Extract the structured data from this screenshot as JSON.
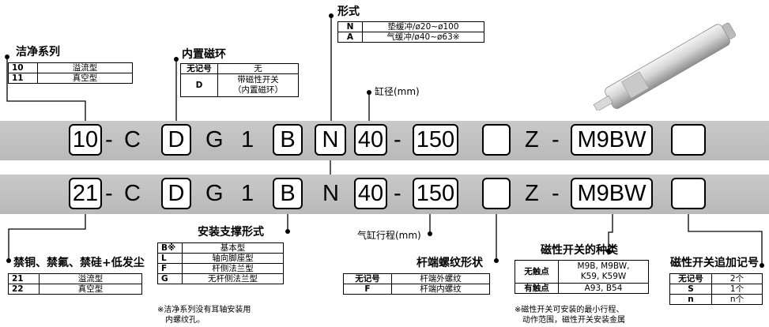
{
  "clean_series": {
    "title": "洁净系列",
    "rows": [
      {
        "code": "10",
        "desc": "溢流型"
      },
      {
        "code": "11",
        "desc": "真空型"
      }
    ]
  },
  "magnet": {
    "title": "内置磁环",
    "row1": {
      "code": "无记号",
      "desc": "无"
    },
    "row2": {
      "code": "D",
      "desc_line1": "带磁性开关",
      "desc_line2": "（内置磁环）"
    }
  },
  "form": {
    "title": "形式",
    "rows": [
      {
        "code": "N",
        "desc": "垫缓冲/ø20~ø100"
      },
      {
        "code": "A",
        "desc": "气缓冲/ø40~ø63※"
      }
    ]
  },
  "bore_label": "缸径(mm)",
  "model_row1": {
    "series": "10",
    "dash1": "-",
    "c": "C",
    "d": "D",
    "g": "G",
    "one": "1",
    "b": "B",
    "n": "N",
    "bore": "40",
    "dash2": "-",
    "stroke": "150",
    "z": "Z",
    "dash3": "-",
    "switch": "M9BW"
  },
  "model_row2": {
    "series": "21",
    "dash1": "-",
    "c": "C",
    "d": "D",
    "g": "G",
    "one": "1",
    "b": "B",
    "n": "N",
    "bore": "40",
    "dash2": "-",
    "stroke": "150",
    "z": "Z",
    "dash3": "-",
    "switch": "M9BW"
  },
  "copper_free": {
    "title": "禁铜、禁氟、禁硅+低发尘",
    "rows": [
      {
        "code": "21",
        "desc": "溢流型"
      },
      {
        "code": "22",
        "desc": "真空型"
      }
    ]
  },
  "mounting": {
    "title": "安装支撑形式",
    "rows": [
      {
        "code": "B※",
        "desc": "基本型"
      },
      {
        "code": "L",
        "desc": "轴向脚座型"
      },
      {
        "code": "F",
        "desc": "杆侧法兰型"
      },
      {
        "code": "G",
        "desc": "无杆侧法兰型"
      }
    ],
    "note_line1": "※洁净系列没有耳轴安装用",
    "note_line2": "内螺纹孔。"
  },
  "stroke_label": "气缸行程(mm)",
  "rod_thread": {
    "title": "杆端螺纹形状",
    "rows": [
      {
        "code": "无记号",
        "desc": "杆端外螺纹"
      },
      {
        "code": "F",
        "desc": "杆端内螺纹"
      }
    ]
  },
  "switch_type": {
    "title": "磁性开关的种类",
    "row1": {
      "code": "无触点",
      "desc_line1": "M9B, M9BW,",
      "desc_line2": "K59, K59W"
    },
    "row2": {
      "code": "有触点",
      "desc": "A93, B54"
    },
    "note_line1": "※磁性开关可安装的最小行程、",
    "note_line2": "动作范围，磁性开关安装金属"
  },
  "switch_suffix": {
    "title": "磁性开关追加记号",
    "rows": [
      {
        "code": "无记号",
        "desc": "2个"
      },
      {
        "code": "S",
        "desc": "1个"
      },
      {
        "code": "n",
        "desc": "n个"
      }
    ]
  },
  "colors": {
    "band": "#c0c0c0",
    "line": "#000000"
  }
}
